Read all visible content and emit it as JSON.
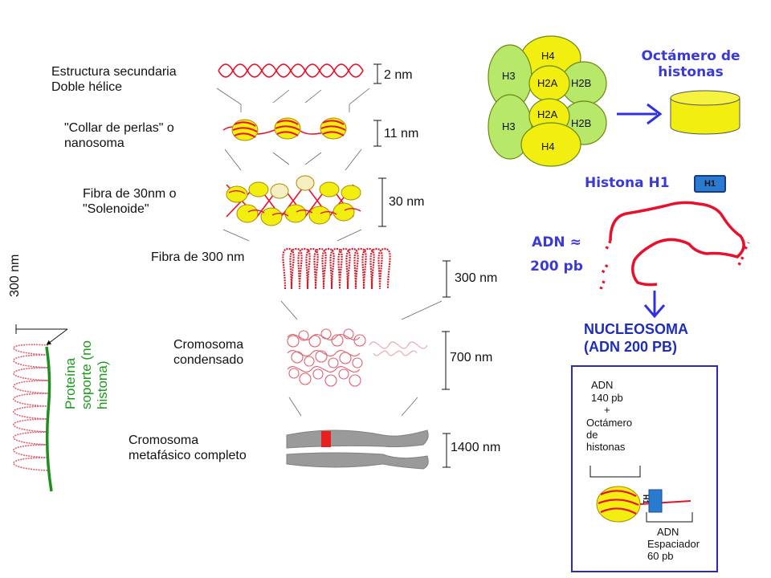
{
  "levels": [
    {
      "label_line1": "Estructura secundaria",
      "label_line2": "Doble hélice",
      "size": "2 nm"
    },
    {
      "label_line1": "\"Collar de perlas\" o",
      "label_line2": "nanosoma",
      "size": "11 nm"
    },
    {
      "label_line1": "Fibra de 30nm o",
      "label_line2": "\"Solenoide\"",
      "size": "30 nm"
    },
    {
      "label_line1": "Fibra de 300 nm",
      "label_line2": "",
      "size": "300 nm"
    },
    {
      "label_line1": "Cromosoma",
      "label_line2": "condensado",
      "size": "700 nm"
    },
    {
      "label_line1": "Cromosoma",
      "label_line2": "metafásico completo",
      "size": "1400 nm"
    }
  ],
  "loop_panel": {
    "size": "300 nm",
    "protein_line1": "Proteína",
    "protein_line2": "soporte (no",
    "protein_line3": "histona)"
  },
  "octamer": {
    "title_line1": "Octámero de",
    "title_line2": "histonas",
    "histones": [
      "H4",
      "H3",
      "H2A",
      "H2B",
      "H2A",
      "H3",
      "H2B",
      "H4"
    ]
  },
  "h1": {
    "label": "Histona H1",
    "badge": "H1"
  },
  "dna": {
    "line1": "ADN ≈",
    "line2": "200 pb"
  },
  "nucleosome": {
    "line1": "NUCLEOSOMA",
    "line2": "(ADN 200 PB)"
  },
  "detail_box": {
    "adn": "ADN",
    "bp140": "140 pb",
    "plus": "+",
    "octamer_line1": "Octámero",
    "octamer_line2": "de",
    "octamer_line3": "histonas",
    "h1_badge": "H1",
    "spacer_line1": "ADN",
    "spacer_line2": "Espaciador",
    "spacer_line3": "60 pb"
  },
  "colors": {
    "dna_red": "#e8102a",
    "histone_yellow": "#f2ee10",
    "histone_green": "#b8e86a",
    "arrow_blue": "#3030e0",
    "chromosome_gray": "#9a9a9a",
    "box_border": "#2a2ab0",
    "protein_green": "#1f8f1f"
  }
}
